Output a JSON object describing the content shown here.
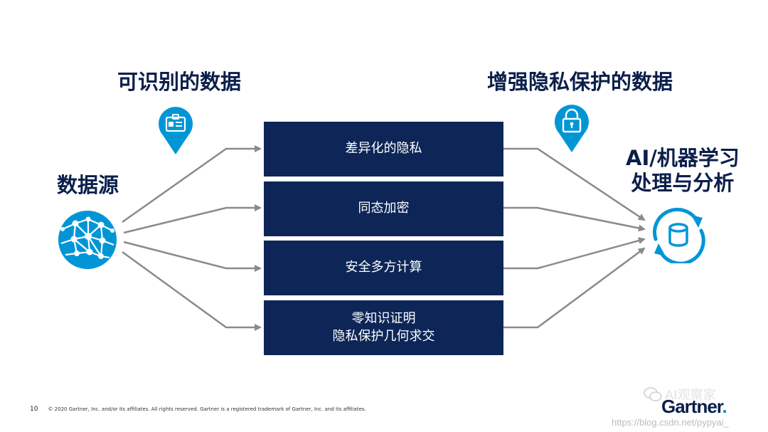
{
  "headings": {
    "left": "可识别的数据",
    "right": "增强隐私保护的数据",
    "source": "数据源",
    "target_line1": "AI/机器学习",
    "target_line2": "处理与分析"
  },
  "boxes": [
    {
      "lines": [
        "差异化的隐私"
      ]
    },
    {
      "lines": [
        "同态加密"
      ]
    },
    {
      "lines": [
        "安全多方计算"
      ]
    },
    {
      "lines": [
        "零知识证明",
        "隐私保护几何求交"
      ]
    }
  ],
  "icons": {
    "left_pin": "id-badge-icon",
    "right_pin": "lock-icon",
    "source": "network-globe-icon",
    "target": "database-sync-icon"
  },
  "footer": {
    "page": "10",
    "copyright": "© 2020 Gartner, Inc. and/or its affiliates. All rights reserved. Gartner is a registered trademark of Gartner, Inc. and its affiliates."
  },
  "watermark": {
    "channel": "AI观察家",
    "brand": "Gartner",
    "url": "https://blog.csdn.net/pypyai_"
  },
  "colors": {
    "box_fill": "#0d2657",
    "heading": "#0b1f4b",
    "accent": "#0096d6",
    "arrow": "#8a8a8a"
  }
}
